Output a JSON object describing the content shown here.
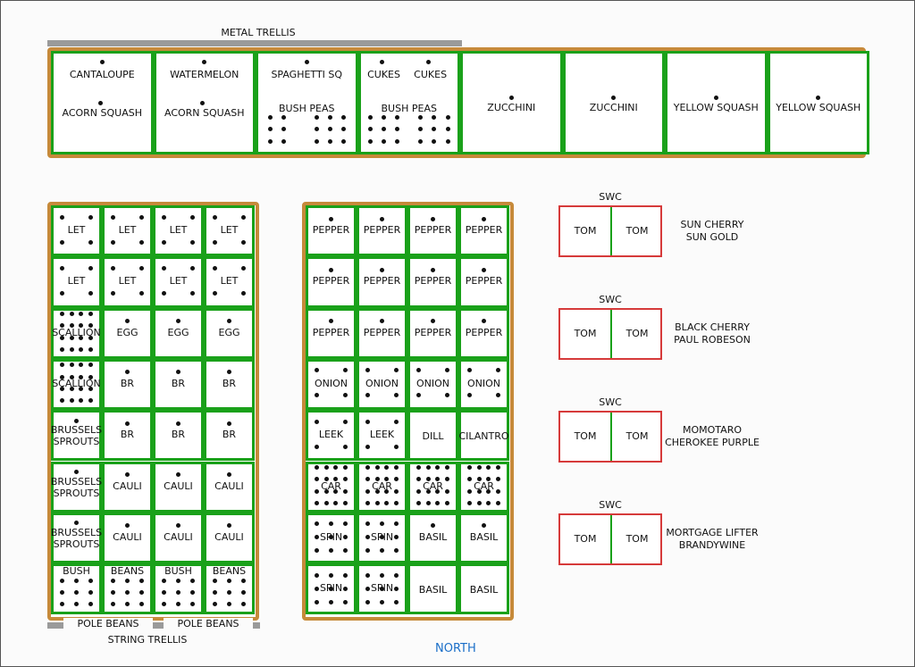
{
  "top_bed": {
    "trellis_label": "METAL TRELLIS",
    "squares": [
      {
        "labels": [
          "CANTALOUPE",
          "ACORN SQUASH"
        ],
        "pattern": "two-single"
      },
      {
        "labels": [
          "WATERMELON",
          "ACORN SQUASH"
        ],
        "pattern": "two-single"
      },
      {
        "labels": [
          "SPAGHETTI SQ",
          "BUSH PEAS"
        ],
        "pattern": "single-plus-grid"
      },
      {
        "labels": [
          "CUKES",
          "CUKES",
          "BUSH PEAS"
        ],
        "pattern": "two-cukes-grid"
      },
      {
        "labels": [
          "ZUCCHINI"
        ],
        "pattern": "one"
      },
      {
        "labels": [
          "ZUCCHINI"
        ],
        "pattern": "one"
      },
      {
        "labels": [
          "YELLOW SQUASH"
        ],
        "pattern": "one"
      },
      {
        "labels": [
          "YELLOW SQUASH"
        ],
        "pattern": "one"
      }
    ]
  },
  "left_bed": {
    "trellis_label": "STRING TRELLIS",
    "pole_beans": [
      "POLE BEANS",
      "POLE BEANS"
    ],
    "rows": [
      [
        {
          "label": "LET",
          "dots": 4
        },
        {
          "label": "LET",
          "dots": 4
        },
        {
          "label": "LET",
          "dots": 4
        },
        {
          "label": "LET",
          "dots": 4
        }
      ],
      [
        {
          "label": "LET",
          "dots": 4
        },
        {
          "label": "LET",
          "dots": 4
        },
        {
          "label": "LET",
          "dots": 4
        },
        {
          "label": "LET",
          "dots": 4
        }
      ],
      [
        {
          "label": "SCALLION",
          "dots": 16
        },
        {
          "label": "EGG",
          "dots": 1
        },
        {
          "label": "EGG",
          "dots": 1
        },
        {
          "label": "EGG",
          "dots": 1
        }
      ],
      [
        {
          "label": "SCALLION",
          "dots": 16
        },
        {
          "label": "BR",
          "dots": 1
        },
        {
          "label": "BR",
          "dots": 1
        },
        {
          "label": "BR",
          "dots": 1
        }
      ],
      [
        {
          "label": "BRUSSELS SPROUTS",
          "dots": 1
        },
        {
          "label": "BR",
          "dots": 1
        },
        {
          "label": "BR",
          "dots": 1
        },
        {
          "label": "BR",
          "dots": 1
        }
      ],
      [
        {
          "label": "BRUSSELS SPROUTS",
          "dots": 1
        },
        {
          "label": "CAULI",
          "dots": 1
        },
        {
          "label": "CAULI",
          "dots": 1
        },
        {
          "label": "CAULI",
          "dots": 1
        }
      ],
      [
        {
          "label": "BRUSSELS SPROUTS",
          "dots": 1
        },
        {
          "label": "CAULI",
          "dots": 1
        },
        {
          "label": "CAULI",
          "dots": 1
        },
        {
          "label": "CAULI",
          "dots": 1
        }
      ],
      [
        {
          "label": "BUSH",
          "dots": 9
        },
        {
          "label": "BEANS",
          "dots": 9
        },
        {
          "label": "BUSH",
          "dots": 9
        },
        {
          "label": "BEANS",
          "dots": 9
        }
      ]
    ]
  },
  "middle_bed": {
    "rows": [
      [
        {
          "label": "PEPPER",
          "dots": 1
        },
        {
          "label": "PEPPER",
          "dots": 1
        },
        {
          "label": "PEPPER",
          "dots": 1
        },
        {
          "label": "PEPPER",
          "dots": 1
        }
      ],
      [
        {
          "label": "PEPPER",
          "dots": 1
        },
        {
          "label": "PEPPER",
          "dots": 1
        },
        {
          "label": "PEPPER",
          "dots": 1
        },
        {
          "label": "PEPPER",
          "dots": 1
        }
      ],
      [
        {
          "label": "PEPPER",
          "dots": 1
        },
        {
          "label": "PEPPER",
          "dots": 1
        },
        {
          "label": "PEPPER",
          "dots": 1
        },
        {
          "label": "PEPPER",
          "dots": 1
        }
      ],
      [
        {
          "label": "ONION",
          "dots": 4
        },
        {
          "label": "ONION",
          "dots": 4
        },
        {
          "label": "ONION",
          "dots": 4
        },
        {
          "label": "ONION",
          "dots": 4
        }
      ],
      [
        {
          "label": "LEEK",
          "dots": 4
        },
        {
          "label": "LEEK",
          "dots": 4
        },
        {
          "label": "DILL",
          "dots": 0
        },
        {
          "label": "CILANTRO",
          "dots": 0
        }
      ],
      [
        {
          "label": "CAR",
          "dots": 16
        },
        {
          "label": "CAR",
          "dots": 16
        },
        {
          "label": "CAR",
          "dots": 16
        },
        {
          "label": "CAR",
          "dots": 16
        }
      ],
      [
        {
          "label": "SPIN",
          "dots": 9
        },
        {
          "label": "SPIN",
          "dots": 9
        },
        {
          "label": "BASIL",
          "dots": 1
        },
        {
          "label": "BASIL",
          "dots": 1
        }
      ],
      [
        {
          "label": "SPIN",
          "dots": 9
        },
        {
          "label": "SPIN",
          "dots": 9
        },
        {
          "label": "BASIL",
          "dots": 0
        },
        {
          "label": "BASIL",
          "dots": 0
        }
      ]
    ]
  },
  "swc_containers": [
    {
      "title": "SWC",
      "left": "TOM",
      "right": "TOM",
      "varieties": [
        "SUN CHERRY",
        "SUN GOLD"
      ]
    },
    {
      "title": "SWC",
      "left": "TOM",
      "right": "TOM",
      "varieties": [
        "BLACK CHERRY",
        "PAUL ROBESON"
      ]
    },
    {
      "title": "SWC",
      "left": "TOM",
      "right": "TOM",
      "varieties": [
        "MOMOTARO",
        "CHEROKEE PURPLE"
      ]
    },
    {
      "title": "SWC",
      "left": "TOM",
      "right": "TOM",
      "varieties": [
        "MORTGAGE LIFTER",
        "BRANDYWINE"
      ]
    }
  ],
  "compass": "NORTH",
  "colors": {
    "bed_border": "#c68a3a",
    "square_border": "#1aa11a",
    "swc_border": "#d63a3a",
    "trellis": "#9a9a9a",
    "north": "#1b6fc8"
  }
}
